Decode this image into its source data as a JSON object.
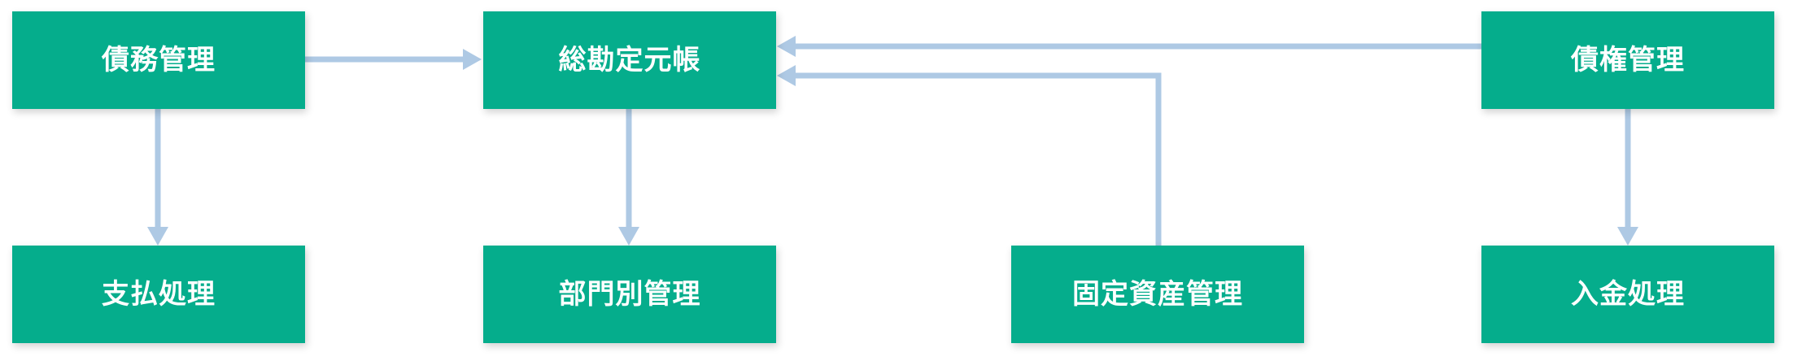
{
  "colors": {
    "node_fill": "#05ad8c",
    "node_text": "#ffffff",
    "connector": "#aec9e4",
    "background": "#ffffff"
  },
  "nodes": {
    "debt_management": "債務管理",
    "general_ledger": "総勘定元帳",
    "receivables_management": "債権管理",
    "payment_processing": "支払処理",
    "departmental_management": "部門別管理",
    "fixed_asset_management": "固定資産管理",
    "receipt_processing": "入金処理"
  }
}
